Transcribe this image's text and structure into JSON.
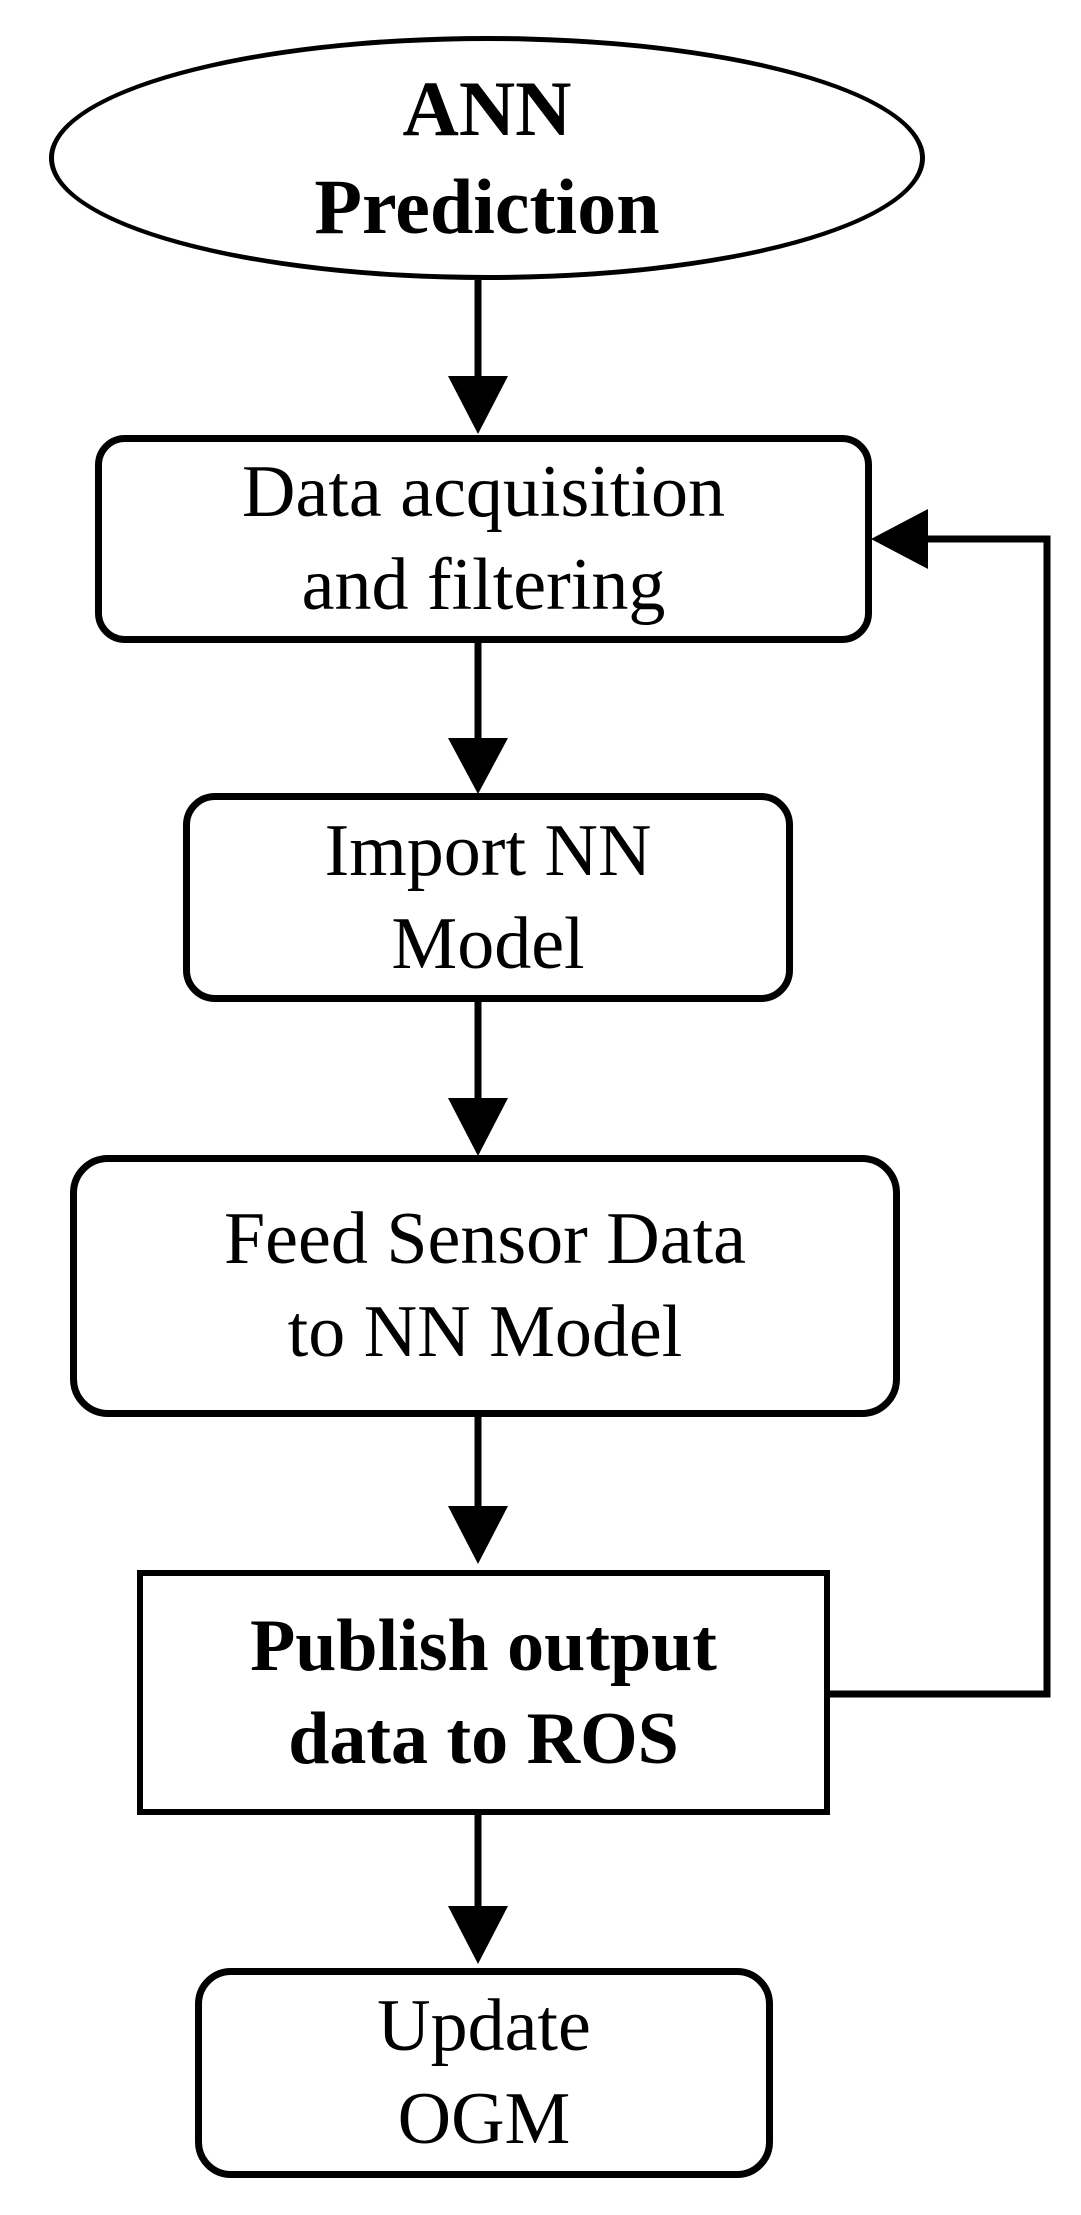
{
  "diagram": {
    "type": "flowchart",
    "background_color": "#ffffff",
    "line_color": "#000000",
    "nodes": [
      {
        "id": "ann-prediction",
        "shape": "ellipse",
        "label": "ANN\nPrediction",
        "emphasis": "bold",
        "role": "start"
      },
      {
        "id": "data-acquisition",
        "shape": "rounded-rectangle",
        "label": "Data acquisition\nand filtering",
        "emphasis": "regular",
        "role": "process"
      },
      {
        "id": "import-nn-model",
        "shape": "rounded-rectangle",
        "label": "Import NN\nModel",
        "emphasis": "regular",
        "role": "process"
      },
      {
        "id": "feed-sensor-data",
        "shape": "rounded-rectangle",
        "label": "Feed Sensor Data\nto NN Model",
        "emphasis": "regular",
        "role": "process"
      },
      {
        "id": "publish-output",
        "shape": "rectangle",
        "label": "Publish output\ndata to ROS",
        "emphasis": "bold",
        "role": "process"
      },
      {
        "id": "update-ogm",
        "shape": "rounded-rectangle",
        "label": "Update\nOGM",
        "emphasis": "regular",
        "role": "process"
      }
    ],
    "edges": [
      {
        "from": "ann-prediction",
        "to": "data-acquisition",
        "style": "arrow-down"
      },
      {
        "from": "data-acquisition",
        "to": "import-nn-model",
        "style": "arrow-down"
      },
      {
        "from": "import-nn-model",
        "to": "feed-sensor-data",
        "style": "arrow-down"
      },
      {
        "from": "feed-sensor-data",
        "to": "publish-output",
        "style": "arrow-down"
      },
      {
        "from": "publish-output",
        "to": "update-ogm",
        "style": "arrow-down"
      },
      {
        "from": "publish-output",
        "to": "data-acquisition",
        "style": "feedback-loop-right"
      }
    ]
  }
}
